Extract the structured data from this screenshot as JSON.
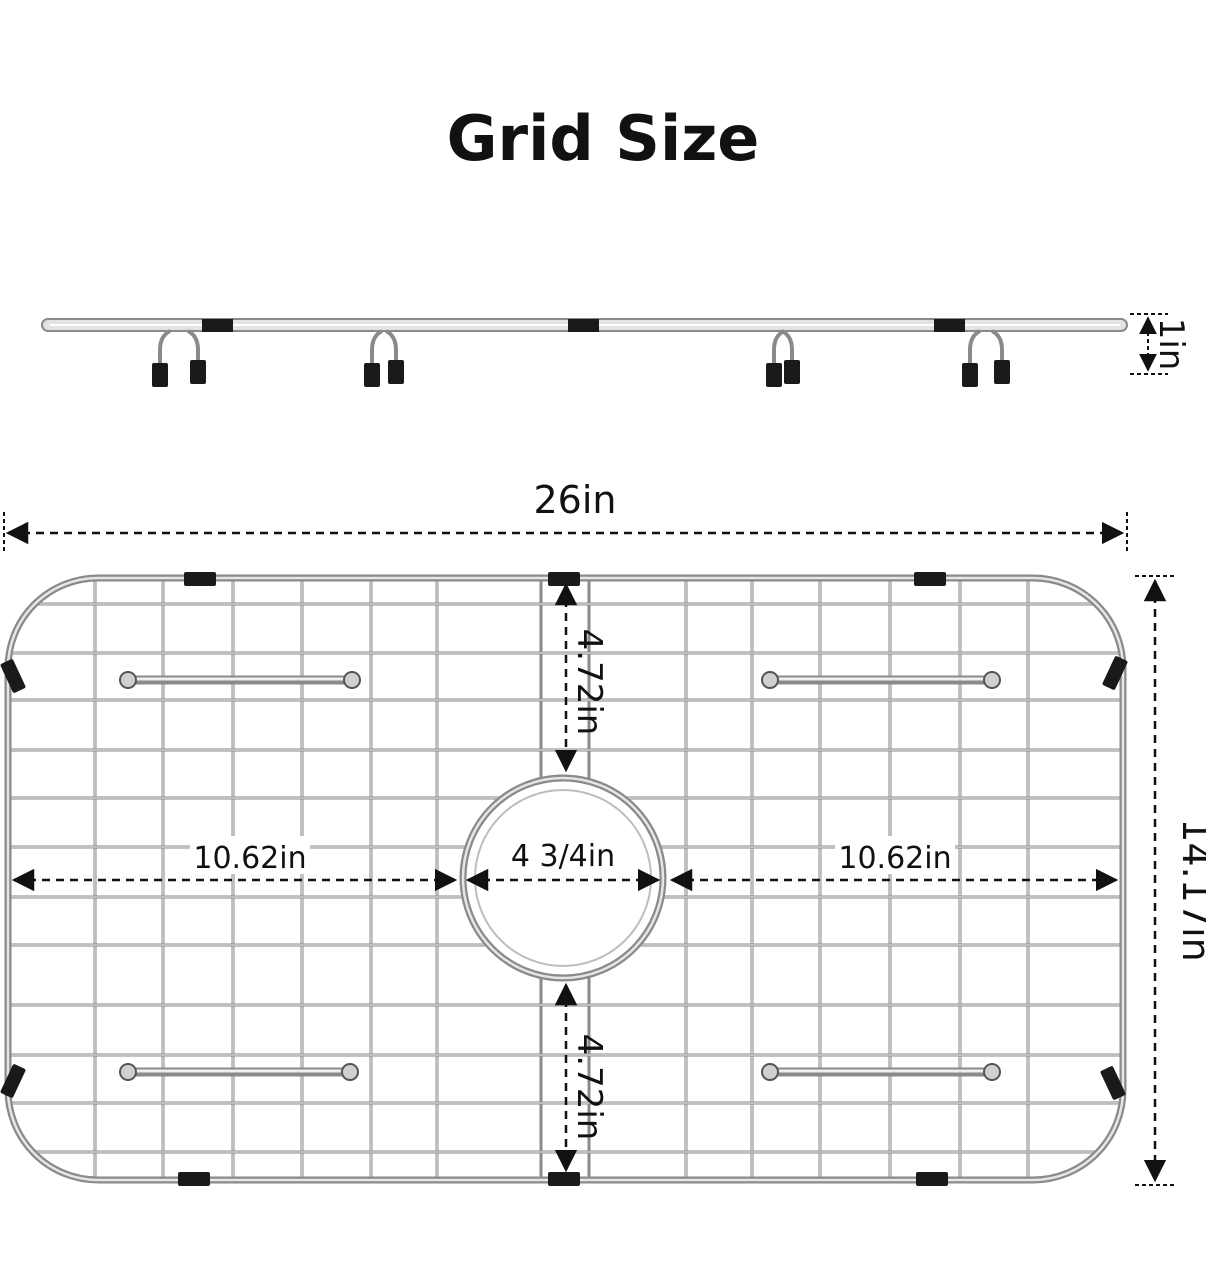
{
  "title": "Grid Size",
  "dimensions": {
    "height": "1in",
    "width": "26in",
    "depth": "14.17in",
    "hole_top": "4.72in",
    "hole_bottom": "4.72in",
    "left_span": "10.62in",
    "right_span": "10.62in",
    "hole_diameter": "4 3/4in"
  },
  "colors": {
    "wire": "#8a8a8a",
    "wire_light": "#c9c9c9",
    "bumper": "#1a1a1a",
    "dim_line": "#111111"
  }
}
